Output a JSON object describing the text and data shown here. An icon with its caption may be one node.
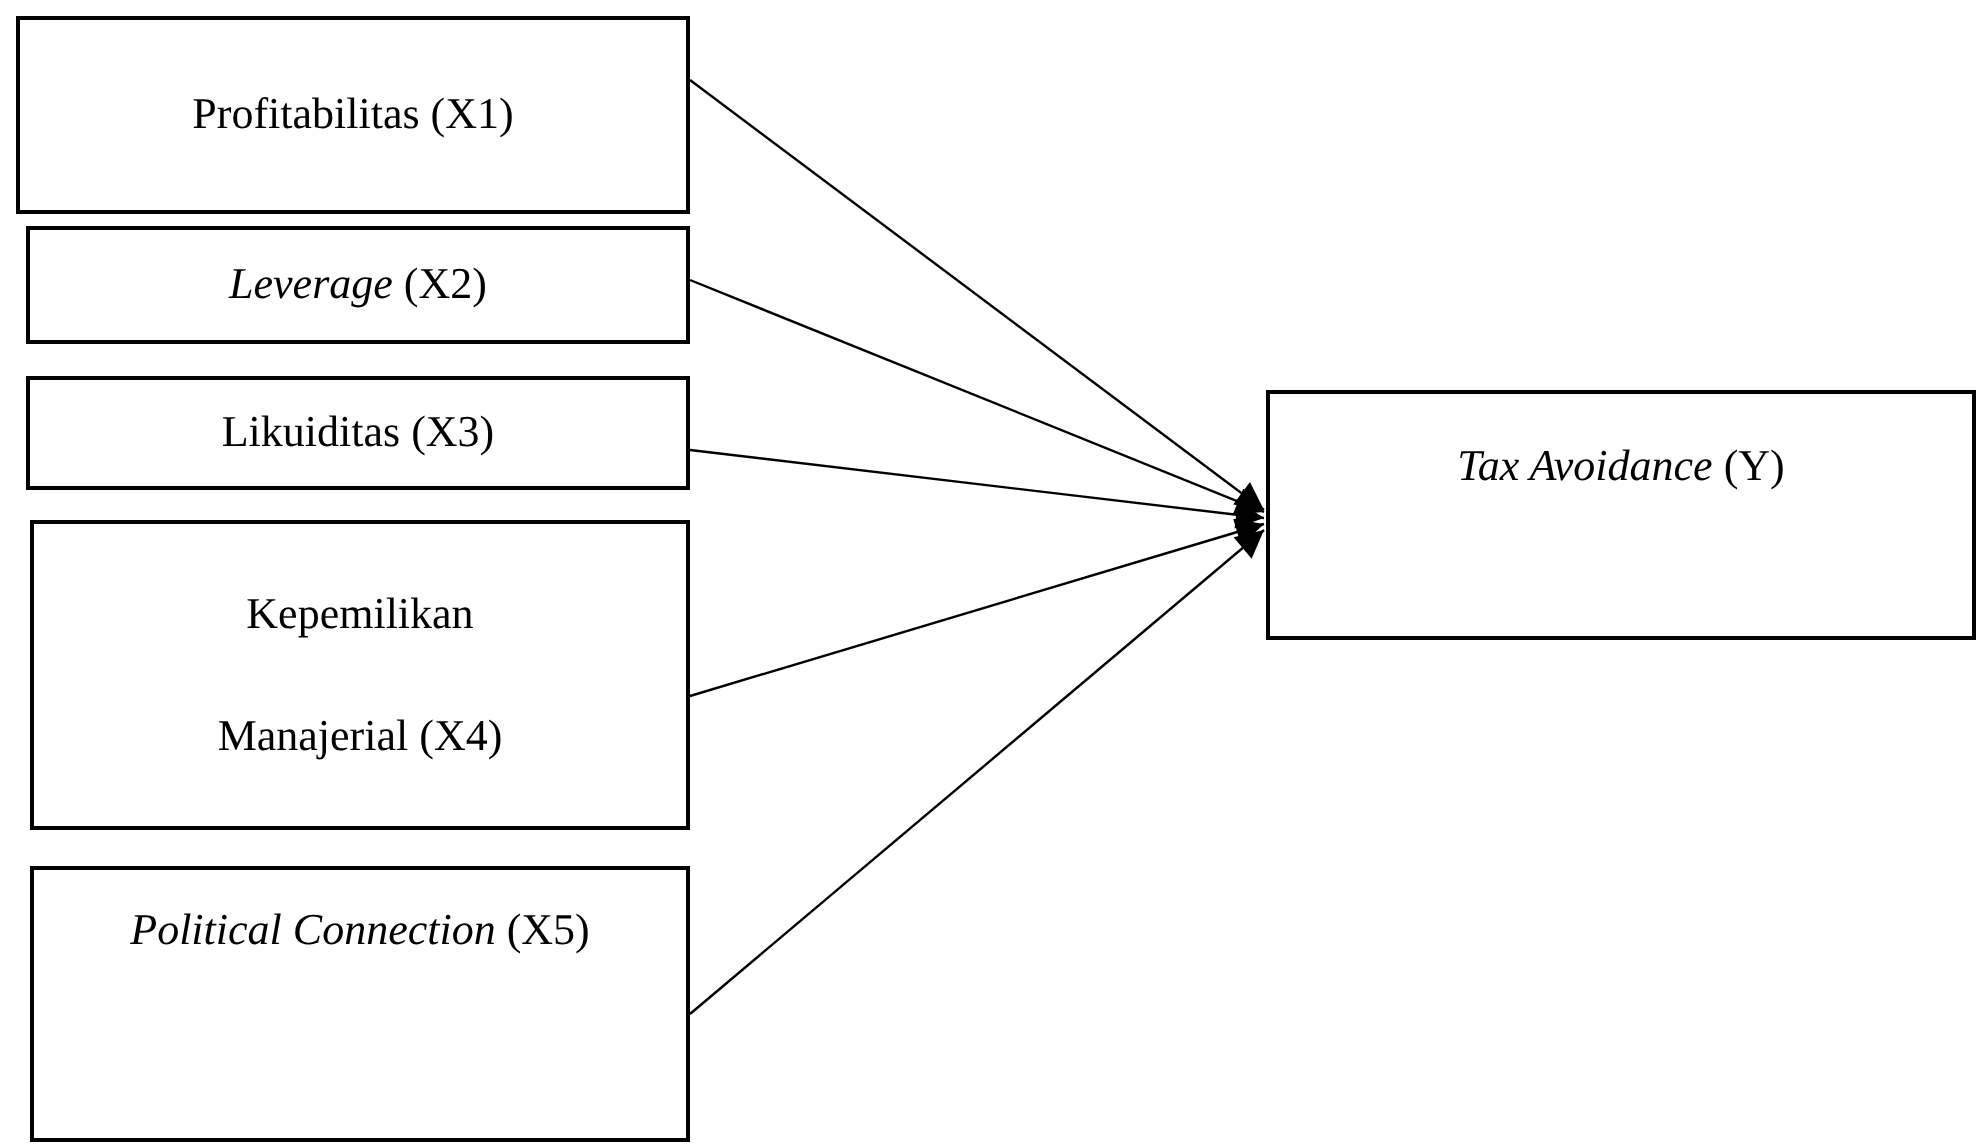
{
  "diagram": {
    "nodes": [
      {
        "text": [
          "Profitabilitas (X1)"
        ]
      },
      {
        "text": [
          "*Leverage* (X2)"
        ]
      },
      {
        "text": [
          "Likuiditas (X3)"
        ]
      },
      {
        "text": [
          "Kepemilikan Manajerial (X4)"
        ]
      },
      {
        "text": [
          "*Political Connection* (X5)"
        ]
      },
      {
        "text": [
          "*Tax Avoidance* (Y)"
        ]
      }
    ],
    "edges": [
      {
        "from": 0,
        "to": 5,
        "arrow": "to"
      },
      {
        "from": 1,
        "to": 5,
        "arrow": "to"
      },
      {
        "from": 2,
        "to": 5,
        "arrow": "to"
      },
      {
        "from": 3,
        "to": 5,
        "arrow": "to"
      },
      {
        "from": 4,
        "to": 5,
        "arrow": "to"
      }
    ]
  }
}
